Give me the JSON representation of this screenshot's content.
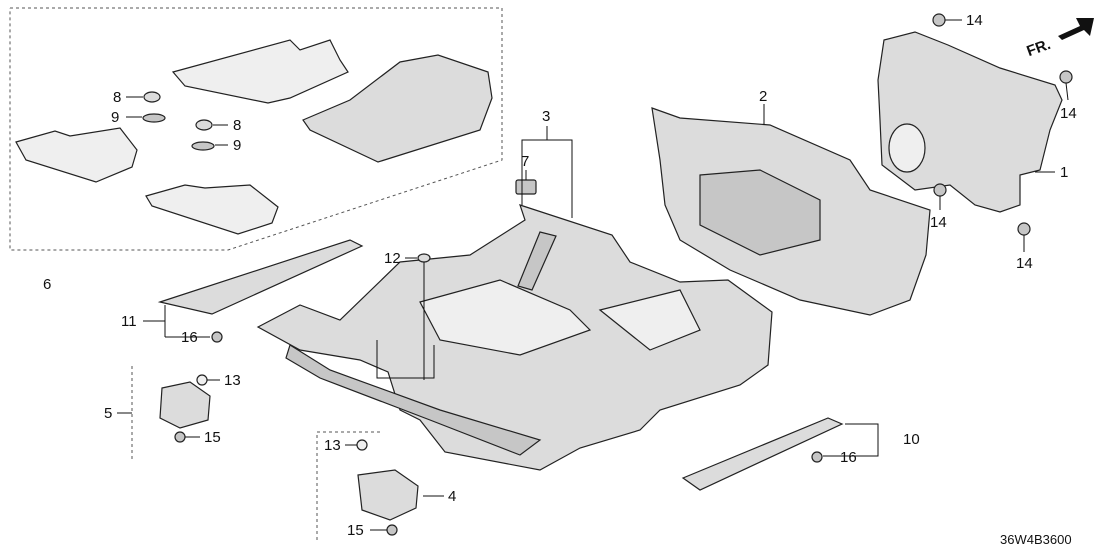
{
  "direction_indicator": {
    "text": "FR."
  },
  "diagram_code": "36W4B3600",
  "callouts": {
    "c1": "1",
    "c2": "2",
    "c3": "3",
    "c4": "4",
    "c5": "5",
    "c6": "6",
    "c7": "7",
    "c8a": "8",
    "c8b": "8",
    "c9a": "9",
    "c9b": "9",
    "c10": "10",
    "c11": "11",
    "c12": "12",
    "c13a": "13",
    "c13b": "13",
    "c14a": "14",
    "c14b": "14",
    "c14c": "14",
    "c14d": "14",
    "c15a": "15",
    "c15b": "15",
    "c16a": "16",
    "c16b": "16"
  },
  "colors": {
    "line": "#222222",
    "part_fill": "#dcdcdc",
    "part_shade": "#c6c6c6",
    "background": "#ffffff"
  }
}
